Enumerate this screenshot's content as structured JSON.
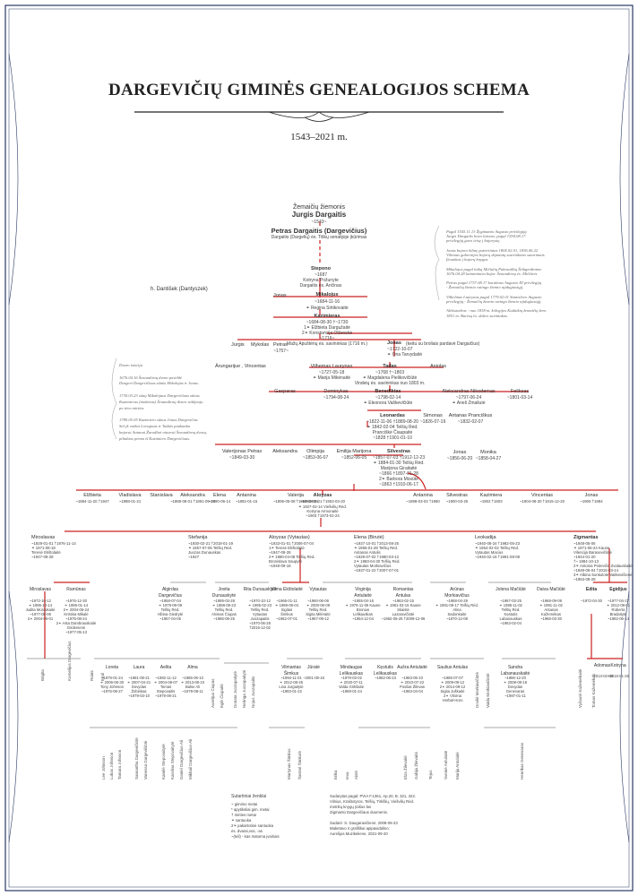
{
  "title": "DARGEVIČIŲ GIMINĖS GENEALOGIJOS SCHEMA",
  "years": "1543–2021 m.",
  "colors": {
    "red": "#cc2222",
    "line": "#555555",
    "frame": "#2a3a66"
  },
  "origin": {
    "region": "Žemaičių žiemonis",
    "founder": "Jurgis Dargaitis",
    "founder_date": "~1543~"
  },
  "petras": {
    "name": "Petras Dargaitis (Dargevičius)",
    "sub": "Dargaitis (Dargelių) ės. Tiškų senatijoje įkūrimas"
  },
  "dantisek": "h. Dantišek (Dantyszek)",
  "stepo": {
    "name": "Stepono",
    "lines": [
      "~1687",
      "Kotryna Požunyte",
      "Dargaitis ės. Ančinas"
    ]
  },
  "gen1_left": "Jonas",
  "mikalojus": {
    "name": "Mikalojus",
    "lines": [
      "~1684-11-16",
      "⚭ Regina Sirtikovaitė"
    ]
  },
  "kazimieras": {
    "name": "Kazimieras",
    "lines": [
      "~1684-08-30 †~1730",
      "1⚭ Elžbieta Dargužaitė",
      "2⚭ Konstancija Olševskė",
      "~1716~",
      "Mažų Apuštėnų ės. savininkas (1716 m.)"
    ]
  },
  "kaz_children": [
    "Jurgis",
    "Mykolas",
    "Petras"
  ],
  "kaz_children_date": "~1757~",
  "arungaria": "Ārungarijue , Vincentas",
  "jonas2": {
    "name": "Jonas",
    "extra": "(keitu su broliais pardavė Dargaičius)",
    "lines": [
      "~1722-10-07",
      "⚭ Ona Tarvydaitė"
    ]
  },
  "vilhemas": {
    "name": "Vilhemas Laurynas",
    "lines": [
      "~1727-05-18",
      "⚭ Marija Mikėnaitė"
    ]
  },
  "tadas": {
    "name": "Tadas",
    "lines": [
      "~1768 †~1803",
      "⚭ Magdalena Pielikovičiūtė",
      "Vindeių ės. savininkas nuo 1803 m."
    ]
  },
  "aniolas": "Aniolas",
  "gen4": [
    "Gasparas",
    "Dominykas",
    "Benediktas",
    "Aleksandras Nikodemas",
    "Feliksas"
  ],
  "gen4_dates": [
    "",
    "~1794-08-24",
    "~1798-02-14",
    "~1797-06-24",
    "~1801-03-14"
  ],
  "benediktas_spouse": "⚭ Eleonora Vaškevičiūtė",
  "aleksandras_spouse": "⚭ Aneli Zmaliutė",
  "leonardas": {
    "name": "Leonardas",
    "lines": [
      "~1822-11-06 †1889-08-20",
      "⚭ 1842-02-04 Telšių Rėd.",
      "Pranciškė Čiaupaitė",
      "~1828 †1901-01-10"
    ]
  },
  "simonas": {
    "name": "Simonas",
    "date": "~1826-07-19"
  },
  "antanas_pr": {
    "name": "Antanas Pranciškus",
    "date": "~1832-02-07"
  },
  "gen6": [
    "Valerijonas Petras",
    "Aleksandra",
    "Olimpija",
    "Emilija Marijona",
    "Silvestras"
  ],
  "gen6_dates": [
    "~1849-03-30",
    "",
    "~1853-06-07",
    "~1852-06-05",
    "~1857-07-03 †1912-12-23"
  ],
  "silvestras_lines": [
    "⚭ 1884-01-30 Telšių Rėd.",
    "Marijona Giraitaitė",
    "~1866 †1897-01-28",
    "2⚭ Barbora Mosūtė",
    "~1863 †1910-06-17"
  ],
  "jonas_monika": [
    "Jonas",
    "Monika"
  ],
  "jonas_monika_dates": [
    "~1856-06-20",
    "~1858-04-27"
  ],
  "gen7": [
    "Elžbieta",
    "Vladislava",
    "Stanislava",
    "Aleksandra",
    "Elena",
    "Antanina",
    "Valerija",
    "Aloyzas",
    "Antanina",
    "Silvestras",
    "Kazimiera",
    "Vincentas",
    "Jonas"
  ],
  "gen7_dates": [
    "~1884-11-20 †1947",
    "~1888-01-21",
    "",
    "~1888-08-01 †1891-09-20",
    "~1890-06-14",
    "~1892-01-15",
    "~1895-05-08 †1960-08-24",
    "~1894-08-21 †1953-03-20",
    "~1898-03-03 †1960",
    "~1900-03-25",
    "~1902 †1903",
    "~1904-08-30 †1915-12-20",
    "~1906 †1984"
  ],
  "aloyzas_lines": [
    "⚭ 1927-02-14 Viešvilių Rėd.",
    "Kotryna Armonaitė",
    "~1903 †1973-01-24"
  ],
  "gen8": [
    {
      "name": "Miroslavas",
      "lines": [
        "~1929-01-01 †1976-11-14",
        "⚭ 1971-08-18",
        "Teresė Ekštolaitė",
        "~1947-08-28"
      ]
    },
    {
      "name": "Stefanija",
      "lines": [
        "~1930-02-21 †2018-01-19",
        "⚭ 1957-07-06 Telšių Rėd.",
        "Juozas Dunauskas",
        "~1927"
      ]
    },
    {
      "name": "Aloyzas (Vytautas)",
      "lines": [
        "~1933-01-01 †2006-07-04",
        "1⚭ Teresė Ekštolaitė",
        "~1947-08-28",
        "2⚭ 1980-04-08 Telšių Rėd.",
        "Bronislava Saupytė",
        "~1948-09-18"
      ]
    },
    {
      "name": "Elena (Birutė)",
      "lines": [
        "~1937-10-01 †2013-08-25",
        "⚭ 1955-01-28 Telšių Rėd.",
        "Antanas Antulis",
        "~1929-07-02 †1980-03-12",
        "2⚭ 1983-04-30 Telšių Rėd.",
        "Vytautas Morkiavičius",
        "~1937-01-22 †2007-07-01"
      ]
    },
    {
      "name": "Leokadija",
      "lines": [
        "~1940-08-24 †1982-05-23",
        "⚭ 1964-02-02 Telšių Rėd.",
        "Vytautas Macius",
        "~1940-02-16 †1991-08-08"
      ]
    },
    {
      "name": "Zigmantas",
      "lines": [
        "~1948-05-06",
        "⚭ 1971-06-24 Kaune",
        "Vilencija Barasevičiūtė",
        "~1944-01-20",
        "†~ 1984-10-13",
        "2⚭ Antonia Prolevičė Zvalauskaitė",
        "~1949-06-04 †2015-03-14",
        "3⚭ Albina Sunkulotė Vaitkevičienė",
        "~1953-08-28"
      ]
    }
  ],
  "gen9": [
    {
      "name": "Miroslavas",
      "lines": [
        "~1972-10-12",
        "⚭ 1995-10-14",
        "Judita Moravkaitė",
        "~1977-08-06",
        "2⚭ 2004-05-01"
      ]
    },
    {
      "name": "Ramūnas",
      "lines": [
        "~1976-12-30",
        "⚭ 1995-01-14",
        "2⚭ 2004-05-24",
        "Kristina Mikalė",
        "~1975-08-24",
        "2⚭ Asta Dambrauskaitė",
        "Girdenienė",
        "~1977-05-13"
      ]
    },
    {
      "name": "Algirdas Dargevičius",
      "lines": [
        "~1958-07-04",
        "⚭ 1979-09-09",
        "Telšių Rėd.",
        "Albina Giedrytė",
        "~1957-04-05"
      ]
    },
    {
      "name": "Jovita Dunauskytė",
      "lines": [
        "~1989-03-28",
        "⚭ 1988-08-23",
        "Telšių Rėd.",
        "Alvinas Čiupas",
        "~1986-08-25"
      ]
    },
    {
      "name": "Rita Dunauskytė",
      "lines": [
        "~1970-10-12",
        "⚭ 1995-02-23",
        "Telšių Rėd.",
        "Vytautas",
        "Juozapaitis",
        "~1970-06-28",
        "†2015-12-02"
      ]
    },
    {
      "name": "Vilma Ekštolaitė",
      "lines": [
        "~1966-01-11",
        "⚭ 1989-06-04",
        "Sigitas",
        "Šimkus",
        "~1962-07-01"
      ]
    },
    {
      "name": "Vytautas",
      "lines": [
        "~1960-06-06",
        "⚭ 2000-06-09",
        "Telšių Rėd.",
        "Sigita Milėraitė",
        "~1967-09-12"
      ]
    },
    {
      "name": "Virginija Antulaitė",
      "lines": [
        "~1955-04-16",
        "⚭ 1976-11-06 Kaune",
        "Bronius",
        "Lelikauskas",
        "~1954-12-04"
      ]
    },
    {
      "name": "Romantas Antulas",
      "lines": [
        "~1963-02-15",
        "⚭ 1981-03-15 Kaune",
        "Skaistė",
        "Lazaravičiūtė",
        "~1962-06-25 †2009-12-06"
      ]
    },
    {
      "name": "Arūnas Morkiavičius",
      "lines": [
        "~1968-04-29",
        "⚭ 1991-08-17 Telšių Rėd.",
        "Alina",
        "Sadonkaitė",
        "~1970-12-08"
      ]
    },
    {
      "name": "Jolena Mačiūtė",
      "lines": [
        "~1967-03-25",
        "⚭ 1985-11-02",
        "Telšių Rėd.",
        "Kęstutis",
        "Labanauskas",
        "~1963-02-04"
      ]
    },
    {
      "name": "Daiva Mačiūtė",
      "lines": [
        "~1968-09-09",
        "⚭ 1991-11-02",
        "Antanas",
        "Kažemėkas",
        "~1966-03-30"
      ]
    },
    {
      "name": "Edita",
      "lines": [
        "~1972-04-30"
      ]
    },
    {
      "name": "Egidijus",
      "lines": [
        "~1977-04-17",
        "⚭ 2012-08-01",
        "Roberta",
        "Bradaitytė",
        "~1982-06-14"
      ]
    }
  ],
  "gen10": [
    {
      "name": "Loreta",
      "lines": [
        "~1979-01-24",
        "⚭ 2006-06-30",
        "Tony Johnson",
        "~1976-08-27"
      ]
    },
    {
      "name": "Laura",
      "lines": [
        "~1981-08-21",
        "⚭ 2007-04-21",
        "Dovydas",
        "Žobinkas",
        "~1979-03-10"
      ]
    },
    {
      "name": "Aelita",
      "lines": [
        "~1982-11-12",
        "⚭ 2004-08-07",
        "Tomas",
        "Stepovaitis",
        "~1979-08-21"
      ]
    },
    {
      "name": "Alma",
      "lines": [
        "~1985-06-10",
        "⚭ 2013-08-10",
        "Balse Ali",
        "~1978-08-11"
      ]
    },
    {
      "name": "Vilmantas Šimkus",
      "lines": [
        "~1994-11-01",
        "⚭ 2012-08-25",
        "Lina Jurgaitytė",
        "~1993-01-22"
      ]
    },
    {
      "name": "Jūratė",
      "lines": [
        "~2001-08-16"
      ]
    },
    {
      "name": "Mindaugas Lelikauskas",
      "lines": [
        "~1979-03-02",
        "⚭ 2020-07-11",
        "Valda Grikšaitė",
        "~1989-01-24"
      ]
    },
    {
      "name": "Kęstutis Lelikauskas",
      "lines": [
        "~1982-06-23"
      ]
    },
    {
      "name": "Aušra Antulaitė",
      "lines": [
        "~1983-05-10",
        "⚭ 2010-07-22",
        "Povilas Žilevas",
        "~1983-04-04"
      ]
    },
    {
      "name": "Saulius Antulas",
      "lines": [
        "~1985-07-07",
        "⚭ 2009-09-12",
        "2⚭ 2014-09-12",
        "Sigita Juškaitė",
        "2⚭ Vilorna",
        "Horbal-Horo"
      ]
    },
    {
      "name": "Sandra Labanauskaitė",
      "lines": [
        "~1986-12-20",
        "⚭ 2008-08-16",
        "Dovydas",
        "Genevaras",
        "~1987-01-11"
      ]
    },
    {
      "name": "Adomas",
      "lines": [
        "~2013-02-08"
      ]
    },
    {
      "name": "Kotryna",
      "lines": [
        "~2016-01-26"
      ]
    }
  ],
  "vertical_names": [
    "Brigita",
    "Kornelijus Dargevičius",
    "Raimi",
    "Emil",
    "Lee Johnson",
    "Lukas Johnson",
    "Tamara Johnson",
    "Samantha Dargevičiūtė",
    "Vanessa Dargevičiūtė",
    "Kamilė Stepovaitytė",
    "Karolina Stepovaitytė",
    "Daniel Dargevičius-Ali",
    "Mikhail Dargevičius-Ali",
    "Aurelijus Čiupas",
    "Eglė Čiupaitė",
    "Donata Juozapaitytė",
    "Neringa Juozapaitytė",
    "Nojus Juozapaitis",
    "Martynas Šimkus",
    "Šarūnė Šimkutė",
    "Erika",
    "Ieva",
    "Aistė",
    "Elza Žilevaitė",
    "Gabija Žilevaitė",
    "Tejus",
    "Sveinė Antulaitė",
    "Marija Antulaitė",
    "Dovilė Morkiavičiūtė",
    "Vaida Morkiavičiūtė",
    "Henrikas Genevaras",
    "Vyšautė Kažemėkaitė",
    "Tomas Kažemėkas"
  ],
  "notes_right": [
    "Pagal 1543.11.13 Žygimanto Augusto privilegiją",
    "Jurgis Dargaitis buvo laisvas, pagal 1594.08.17",
    "privilegiją gavo teisę į bajorystę.",
    "",
    "Jonas bajoro kilmę patvirtintas 1804.02.01, 1836.06.22",
    "Vilniaus gubernijos bajorų deputatų susirinkimo sutarimais.",
    "Įtrauktas į bajorų knygas.",
    "",
    "Mikalojus pagal laiką Mičiulių Pakrauškių Šėtkgerdinime",
    "1676.04.28 laiminimeta bajor. Šenandirnų ės. Mičiūrės",
    "",
    "Petras pagal 1757.08.17 karaliaus Augusto III privilegiją",
    "- Žemaičių žiemio ratingo žiemio nįtdugiusiųjį.",
    "",
    "Vilhelmas Laurynas pagal 1779.02.01 Stanislovo Augusto",
    "privilegiją - Žemaičių žiemio ratingo žiemio nįtdugiusiųjį.",
    "",
    "Aleksandras - nuo 1838 m. kolegijos Kudaikių žemaičių žem.",
    "1851 m. Barėsų ės. dalies savininkas."
  ],
  "notes_left": [
    "Dvaro istorija",
    "",
    "1676.04.16 Šenandirnų dvaro pavėldė",
    "Dargevi Dargevičiaus sūnūs Mikalojus ir Jonas.",
    "",
    "1730.03.23 sūnų Mikalojaus Dargevičiaus sūnus",
    "Kazimieras (mokėnas) Šenandirnų dvaro valdytoju",
    "po tėvo mirties.",
    "",
    "1780.05.05 Kazimiero sūnus Jonas Dargevičius",
    "Seš įk vaikai Lovrgiaus ir Tadais paukaaka",
    "bajorui Antanui Žurodbui niuvesti Šenandirnų dvarą,",
    "pilnduos pirma iš Kazimiero Dargevičiaus."
  ],
  "legend_title": "Sutartiniai ženklai",
  "legend": [
    "~  gimimo metai",
    "*  apytiksliai gim. metai",
    "†  mirties metai",
    "⚭  santuoka",
    "2⚭  pakartotinė santuoka",
    "ės.  dvarai,vos, -as",
    "~(teil) - kas matoma įvairiais"
  ],
  "source": [
    "Sudarytas pagal: PVIA F.1361, Ap.20, B. 321, 322.",
    "Vilnius, Kraštotyros. Telšių, Tirkšlių, Viešvilių Rėd.",
    "metrikų knygų įrašus bei",
    "Zigmanto Dargevičiaus duomenis.",
    "",
    "Sudarė: S. Daugaravičienė, 2008-09-23",
    "Maketavo ir grafiškai apipavidalino:",
    "Aurelijus Muzikeliene, 2021-09-20"
  ]
}
